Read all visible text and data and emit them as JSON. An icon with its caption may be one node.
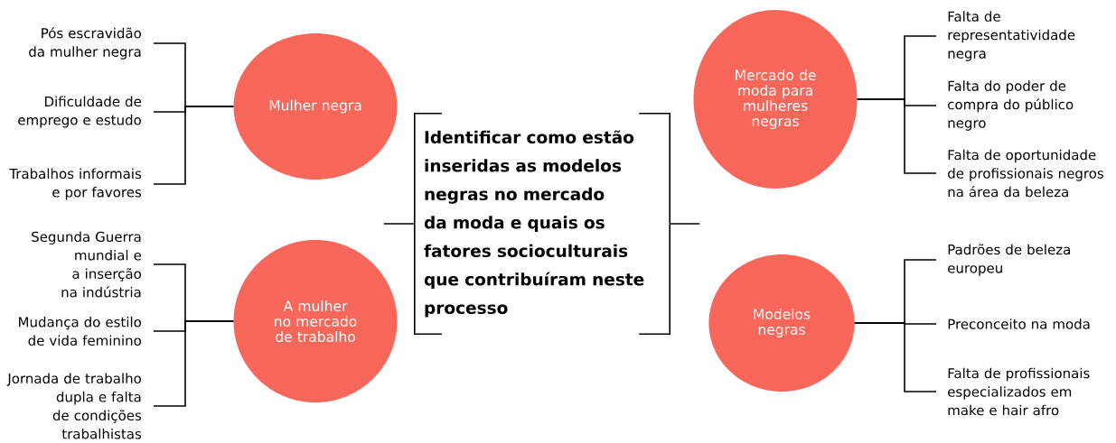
{
  "diagram": {
    "nodes": [
      {
        "text": [
          "Mulher negra"
        ]
      },
      {
        "text": [
          "Pós escravidão da mulher negra"
        ]
      },
      {
        "text": [
          "Dificuldade de emprego e estudo"
        ]
      },
      {
        "text": [
          "Trabalhos informais e por favores"
        ]
      },
      {
        "text": [
          "A mulher no mercado de trabalho"
        ]
      },
      {
        "text": [
          "Segunda Guerra mundial e a inserção na indústria"
        ]
      },
      {
        "text": [
          "Mudança do estilo de vida feminino"
        ]
      },
      {
        "text": [
          "Jornada de trabalho dupla e falta de condições trabalhistas"
        ]
      },
      {
        "text": [
          "Identificar como estão inseridas as modelos negras no mercado da moda e quais os fatores socioculturais que contribuíram neste processo"
        ]
      },
      {
        "text": [
          "Mercado de moda para mulheres negras"
        ]
      },
      {
        "text": [
          "Falta de representatividade negra"
        ]
      },
      {
        "text": [
          "Falta do poder de compra do público negro"
        ]
      },
      {
        "text": [
          "Falta de oportunidade de profissionais negros na área da beleza"
        ]
      },
      {
        "text": [
          "Modelos negras"
        ]
      },
      {
        "text": [
          "Padrões de beleza europeu"
        ]
      },
      {
        "text": [
          "Preconceito na moda"
        ]
      },
      {
        "text": [
          "Falta de profissionais especializados em make e hair afro"
        ]
      }
    ],
    "edges": [
      {
        "from": 0,
        "to": 1,
        "arrow": "none"
      },
      {
        "from": 0,
        "to": 2,
        "arrow": "none"
      },
      {
        "from": 0,
        "to": 3,
        "arrow": "none"
      },
      {
        "from": 4,
        "to": 5,
        "arrow": "none"
      },
      {
        "from": 4,
        "to": 6,
        "arrow": "none"
      },
      {
        "from": 4,
        "to": 7,
        "arrow": "none"
      },
      {
        "from": 9,
        "to": 10,
        "arrow": "none"
      },
      {
        "from": 9,
        "to": 11,
        "arrow": "none"
      },
      {
        "from": 9,
        "to": 12,
        "arrow": "none"
      },
      {
        "from": 13,
        "to": 14,
        "arrow": "none"
      },
      {
        "from": 13,
        "to": 15,
        "arrow": "none"
      },
      {
        "from": 13,
        "to": 16,
        "arrow": "none"
      },
      {
        "from": 8,
        "to": null,
        "arrow": "none"
      },
      {
        "from": 8,
        "to": null,
        "arrow": "none"
      }
    ]
  }
}
